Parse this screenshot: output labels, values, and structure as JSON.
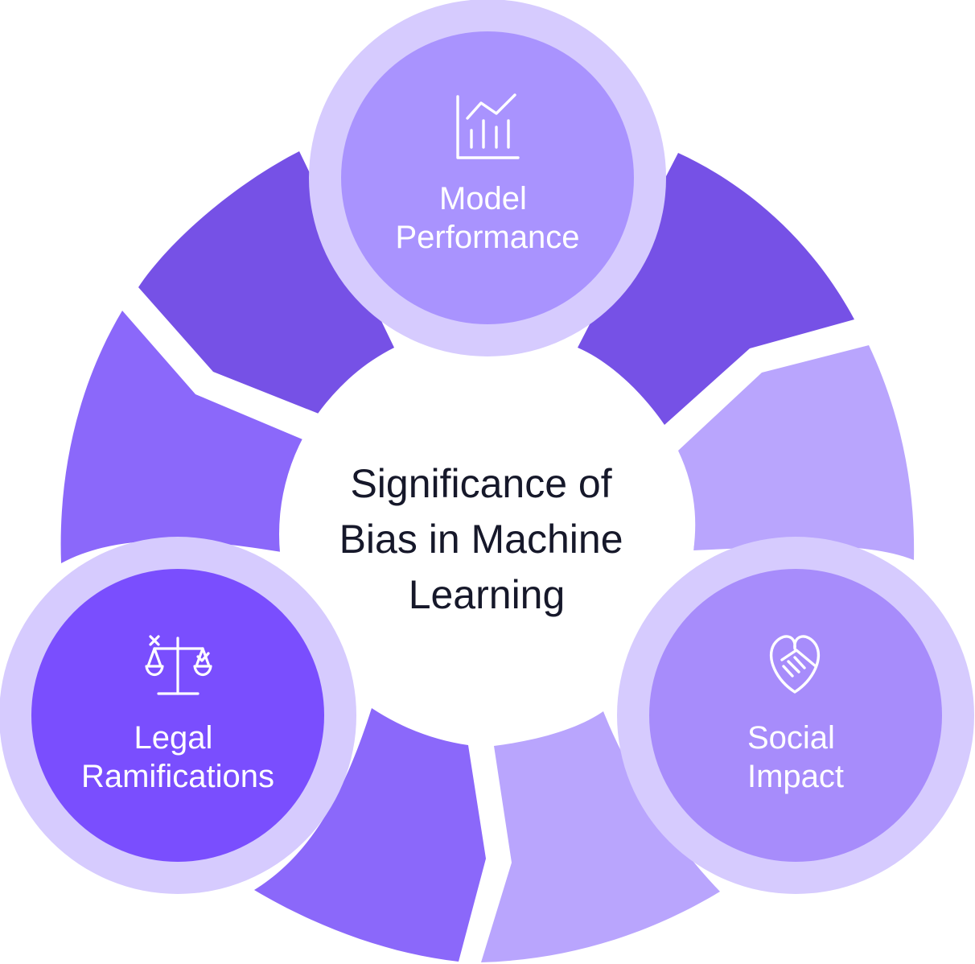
{
  "center": {
    "title_lines": [
      "Significance of",
      "Bias in Machine",
      "Learning"
    ]
  },
  "nodes": [
    {
      "id": "model-performance",
      "label_lines": [
        "Model",
        "Performance"
      ],
      "icon": "line-bar-chart-icon"
    },
    {
      "id": "social-impact",
      "label_lines": [
        "Social",
        "Impact"
      ],
      "icon": "heart-handshake-icon"
    },
    {
      "id": "legal-ramifications",
      "label_lines": [
        "Legal",
        "Ramifications"
      ],
      "icon": "scales-of-justice-icon"
    }
  ],
  "colors": {
    "ring_top": "#7651e6",
    "ring_right": "#b9a5fd",
    "ring_left": "#8b68fa",
    "node_outer": "#d6cbfe",
    "node_top_inner": "#a993fe",
    "node_right_inner": "#a78cfb",
    "node_left_inner": "#7a4efe",
    "center_fill": "#ffffff",
    "title_text": "#16182a",
    "node_text": "#ffffff"
  }
}
